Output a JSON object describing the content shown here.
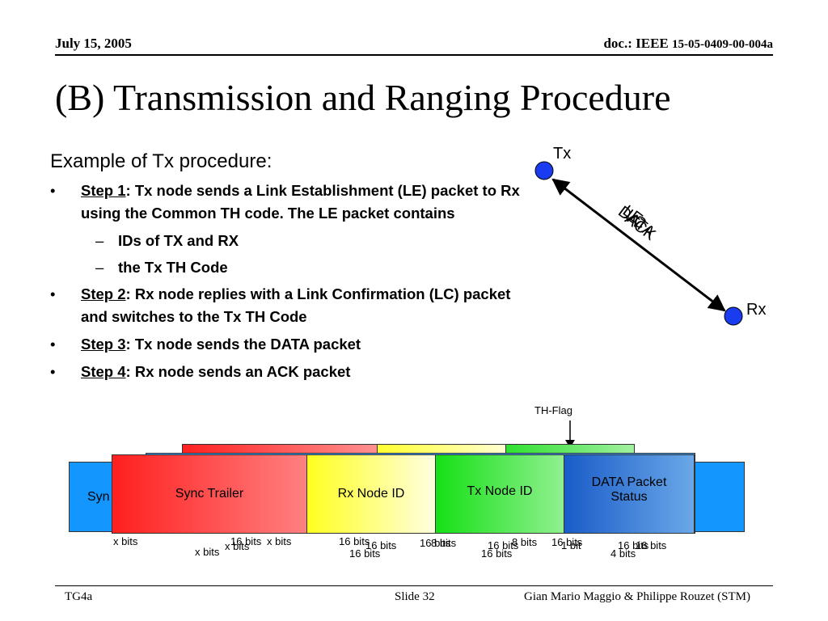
{
  "header": {
    "date": "July 15, 2005",
    "doc_prefix": "doc.: IEEE ",
    "doc_number": "15-05-0409-00-004a"
  },
  "title": "(B)  Transmission and Ranging Procedure",
  "body": {
    "intro": "Example of Tx procedure:",
    "bullet_glyph": "•",
    "dash_glyph": "–",
    "steps": [
      {
        "step": "Step 1",
        "text": ": Tx node sends a Link Establishment (LE) packet to Rx using the Common TH code. The LE packet contains"
      },
      {
        "step": "Step 2",
        "text": ": Rx node replies with a Link Confirmation (LC) packet and switches to the Tx TH Code"
      },
      {
        "step": "Step 3",
        "text": ": Tx node sends the DATA packet"
      },
      {
        "step": "Step 4",
        "text": ": Rx node sends an ACK packet"
      }
    ],
    "sub_items": [
      "IDs of TX and RX",
      "the Tx TH Code"
    ]
  },
  "nodes": {
    "tx": "Tx",
    "rx": "Rx",
    "node_color": "#1a3cf0"
  },
  "arrow_labels": [
    "LE",
    "LC",
    "DATA",
    "ACK"
  ],
  "packet": {
    "th_flag": "TH-Flag",
    "back_left_label": "Syn",
    "fields": [
      {
        "label": "Sync Trailer",
        "color_from": "#ff1f1f",
        "color_to": "#ff8080"
      },
      {
        "label": "Rx Node ID",
        "color_from": "#ffff20",
        "color_to": "#ffffe0"
      },
      {
        "label": "Tx Node ID",
        "color_from": "#16e016",
        "color_to": "#90f090"
      },
      {
        "label": "DATA Packet Status",
        "line1": "DATA Packet",
        "line2": "Status",
        "color_from": "#1a5cc8",
        "color_to": "#6aa8e8"
      }
    ],
    "bit_labels": [
      "x bits",
      "16 bits",
      "x bits",
      "16 bits",
      "16 bits",
      "16 bits",
      "8 bits",
      "16 bits",
      "8 bits",
      "16 bits",
      "16 bits",
      "16 bits",
      "x bits",
      "x bits",
      "16 bits",
      "16 bits",
      "1 bit",
      "4 bits"
    ]
  },
  "footer": {
    "left": "TG4a",
    "middle": "Slide 32",
    "right": "Gian Mario Maggio & Philippe Rouzet (STM)"
  }
}
